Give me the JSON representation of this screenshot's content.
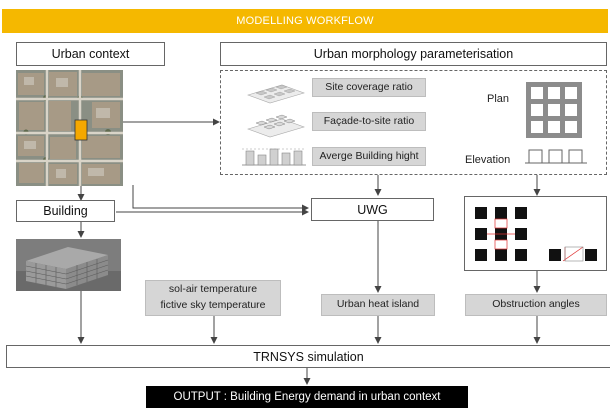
{
  "banner": {
    "title": "MODELLING WORKFLOW"
  },
  "boxes": {
    "urban_context": "Urban context",
    "urban_morphology": "Urban morphology parameterisation",
    "building": "Building",
    "uwg": "UWG",
    "trnsys": "TRNSYS simulation"
  },
  "parameters": {
    "site_coverage": "Site coverage ratio",
    "facade_to_site": "Façade-to-site ratio",
    "avg_building_height": "Averge Building hight",
    "plan": "Plan",
    "elevation": "Elevation"
  },
  "outputs": {
    "sol_air_line1": "sol-air temperature",
    "sol_air_line2": "fictive sky temperature",
    "urban_heat_island": "Urban heat island",
    "obstruction_angles": "Obstruction angles"
  },
  "final_output": "OUTPUT : Building Energy demand in urban context",
  "colors": {
    "banner": "#f5b800",
    "gray_box": "#d6d6d6",
    "output_bg": "#000000",
    "highlight_building": "#f5a800",
    "angle_lines": "#e03030"
  }
}
